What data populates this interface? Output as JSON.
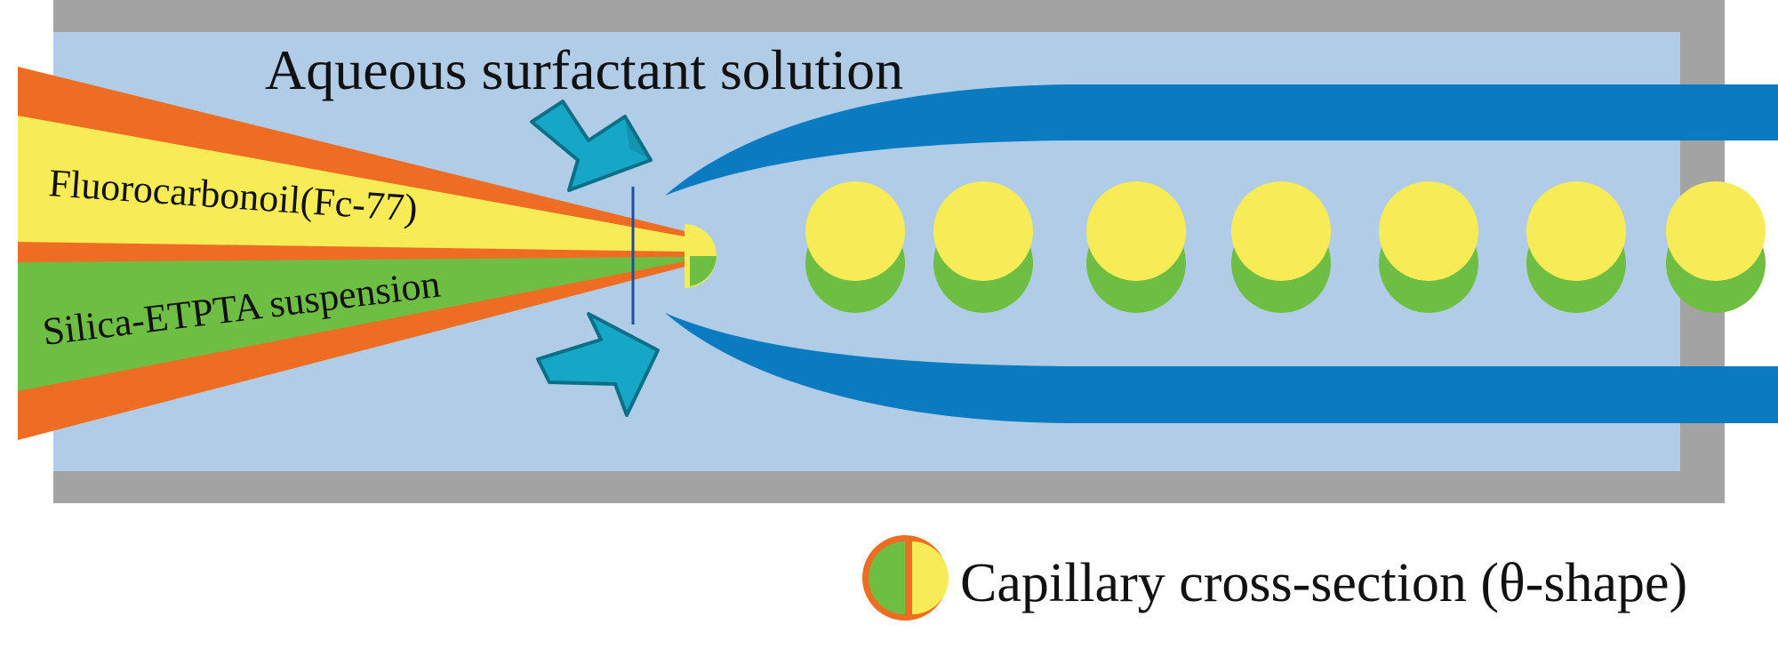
{
  "labels": {
    "aqueous": "Aqueous surfactant solution",
    "fluorocarbon": "Fluorocarbonoil(Fc-77)",
    "silica": "Silica-ETPTA suspension",
    "caption": "Capillary cross-section (θ-shape)"
  },
  "colors": {
    "channel": "#b0cce6",
    "wall": "#a3a3a3",
    "tube": "#0b7bc1",
    "orange": "#ef6d23",
    "yellow": "#f7ec55",
    "green": "#6fbe44",
    "arrow": "#16a7c7",
    "arrow_outline": "#0b6f87",
    "separator": "#1f4f9c"
  }
}
